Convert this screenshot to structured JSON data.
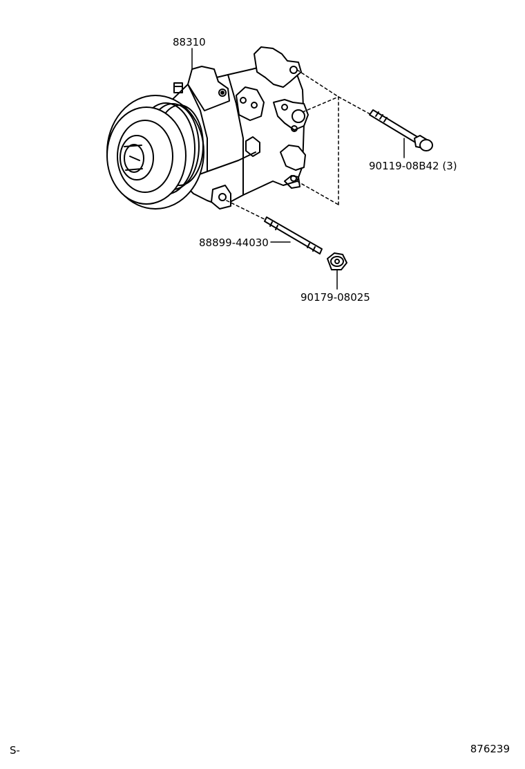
{
  "diagram": {
    "parts": [
      {
        "number": "88310",
        "name": "compressor"
      },
      {
        "number": "90119-08B42 (3)",
        "name": "bolt"
      },
      {
        "number": "88899-44030",
        "name": "stud"
      },
      {
        "number": "90179-08025",
        "name": "nut"
      }
    ],
    "footer": {
      "left_code": "S-",
      "diagram_number": "876239"
    }
  }
}
